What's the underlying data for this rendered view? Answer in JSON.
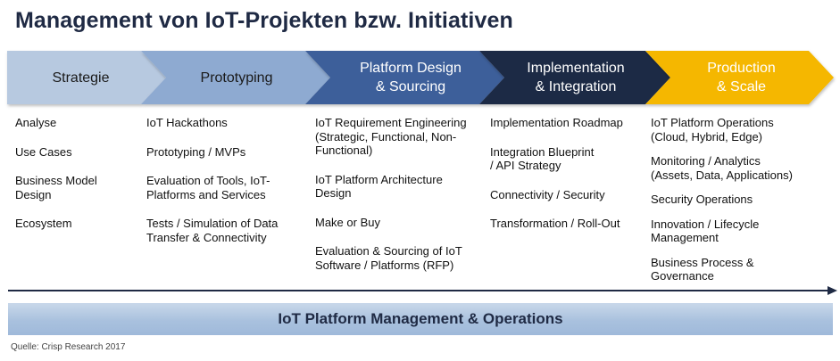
{
  "title": "Management von IoT-Projekten bzw. Initiativen",
  "phases": [
    {
      "label": "Strategie",
      "color": "#b7c9e0",
      "text_color": "#1a1a1a"
    },
    {
      "label": "Prototyping",
      "color": "#8eaad1",
      "text_color": "#1a1a1a"
    },
    {
      "label": "Platform Design\n& Sourcing",
      "color": "#3d5e9a",
      "text_color": "#ffffff"
    },
    {
      "label": "Implementation\n& Integration",
      "color": "#1b2a44",
      "text_color": "#ffffff"
    },
    {
      "label": "Production\n& Scale",
      "color": "#f5b700",
      "text_color": "#ffffff"
    }
  ],
  "columns": [
    {
      "items": [
        "Analyse",
        "Use Cases",
        "Business Model\nDesign",
        "Ecosystem"
      ]
    },
    {
      "items": [
        "IoT Hackathons",
        "Prototyping / MVPs",
        "Evaluation of Tools, IoT-\nPlatforms and Services",
        "Tests / Simulation of Data\nTransfer & Connectivity"
      ]
    },
    {
      "items": [
        "IoT Requirement Engineering\n(Strategic, Functional, Non-\nFunctional)",
        "IoT Platform Architecture\nDesign",
        "Make or Buy",
        "Evaluation & Sourcing of IoT\nSoftware / Platforms (RFP)"
      ]
    },
    {
      "items": [
        "Implementation Roadmap",
        "Integration Blueprint\n/ API Strategy",
        "Connectivity / Security",
        "Transformation / Roll-Out"
      ]
    },
    {
      "items": [
        "IoT Platform Operations\n(Cloud, Hybrid, Edge)",
        "Monitoring / Analytics\n(Assets, Data, Applications)",
        "Security Operations",
        "Innovation / Lifecycle\nManagement",
        "Business Process &\nGovernance"
      ]
    }
  ],
  "bottom_bar": "IoT Platform Management & Operations",
  "source": "Quelle: Crisp Research 2017"
}
